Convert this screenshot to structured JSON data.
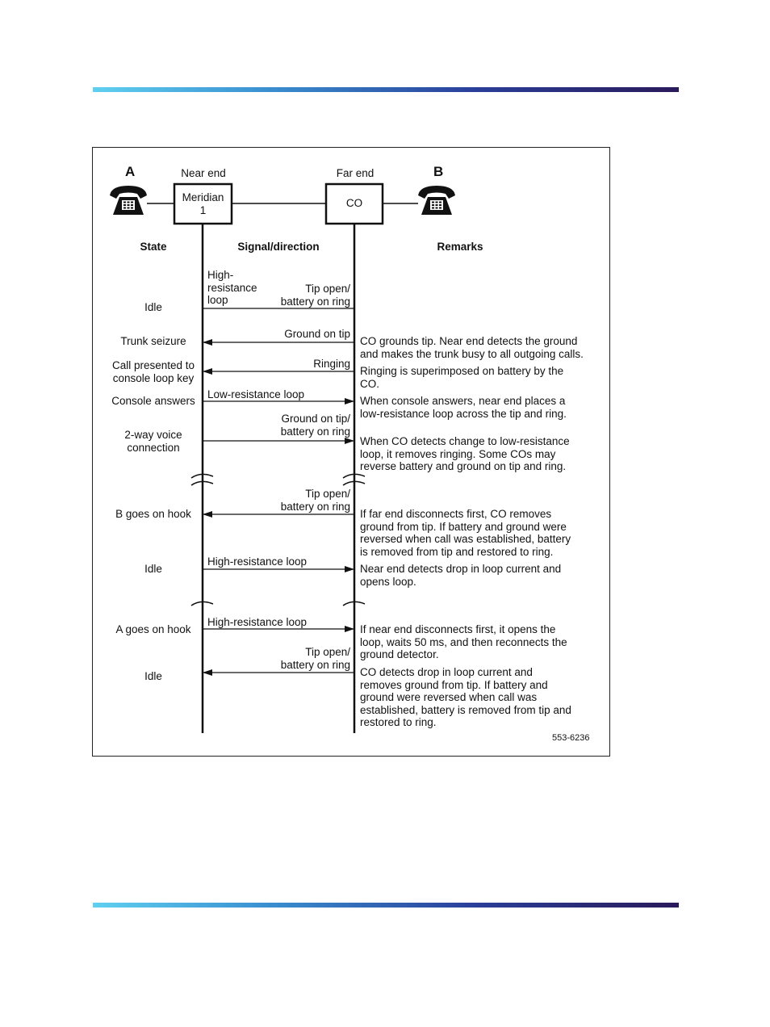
{
  "figure_id": "553-6236",
  "parties": {
    "a": {
      "letter": "A",
      "end": "Near end",
      "box": "Meridian\n1"
    },
    "b": {
      "letter": "B",
      "end": "Far end",
      "box": "CO"
    }
  },
  "headers": {
    "state": "State",
    "signal": "Signal/direction",
    "remarks": "Remarks"
  },
  "states": [
    "Idle",
    "Trunk seizure",
    "Call presented to\nconsole loop key",
    "Console answers",
    "2-way voice\nconnection",
    "B goes on hook",
    "Idle",
    "A goes on hook",
    "Idle"
  ],
  "signals": {
    "idle_left": "High-\nresistance\nloop",
    "idle_right": "Tip open/\nbattery on ring",
    "ground_on_tip": "Ground on tip",
    "ringing": "Ringing",
    "low_resistance": "Low-resistance loop",
    "ground_on_tip_battery": "Ground on tip/\nbattery on ring",
    "tip_open_1": "Tip open/\nbattery on ring",
    "high_resistance_1": "High-resistance loop",
    "high_resistance_2": "High-resistance loop",
    "tip_open_2": "Tip open/\nbattery on ring"
  },
  "remarks": [
    "CO grounds tip. Near end detects the ground\nand makes the trunk busy to all outgoing calls.",
    "Ringing is superimposed on battery by the\nCO.",
    "When console answers, near end places a\nlow-resistance loop across the tip and ring.",
    "When CO detects change to low-resistance\nloop, it removes ringing. Some COs may\nreverse battery and ground on tip and ring.",
    "If far end disconnects first, CO removes\nground from tip. If battery and ground were\nreversed when call was established, battery\nis removed from tip and restored to ring.",
    "Near end detects drop in loop current and\nopens loop.",
    "If near end disconnects first, it opens the\nloop, waits 50 ms, and then reconnects the\nground detector.",
    "CO detects drop in loop current and\nremoves ground from tip. If battery and\nground were reversed when call was\nestablished, battery is removed from tip and\nrestored to ring."
  ]
}
